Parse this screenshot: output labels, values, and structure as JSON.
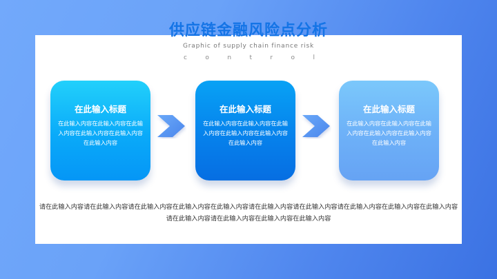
{
  "header": {
    "title": "供应链金融风险点分析",
    "subtitle_line1": "Graphic of supply chain finance risk",
    "subtitle_line2_letters": [
      "c",
      "o",
      "n",
      "t",
      "r",
      "o",
      "l"
    ]
  },
  "cards": [
    {
      "title": "在此输入标题",
      "body": "在此输入内容在此输入内容在此输入内容在此输入内容在此输入内容在此输入内容"
    },
    {
      "title": "在此输入标题",
      "body": "在此输入内容在此输入内容在此输入内容在此输入内容在此输入内容在此输入内容"
    },
    {
      "title": "在此输入标题",
      "body": "在此输入内容在此输入内容在此输入内容在此输入内容在此输入内容在此输入内容"
    }
  ],
  "arrows": [
    {
      "icon": "chevron-right-icon",
      "color": "#5b9cf6"
    },
    {
      "icon": "chevron-right-icon",
      "color": "#5b9cf6"
    }
  ],
  "footer": {
    "text": "请在此输入内容请在此输入内容请在此输入内容在此输入内容在此输入内容请在此输入内容请在此输入内容请在此输入内容在此输入内容在此输入内容请在此输入内容请在此输入内容在此输入内容在此输入内容"
  },
  "colors": {
    "title": "#1474e6",
    "background_start": "#72a9fb",
    "background_end": "#3b72e3",
    "card1": "#0aaaf9",
    "card2": "#0682ec",
    "card3": "#6eb2f8"
  }
}
